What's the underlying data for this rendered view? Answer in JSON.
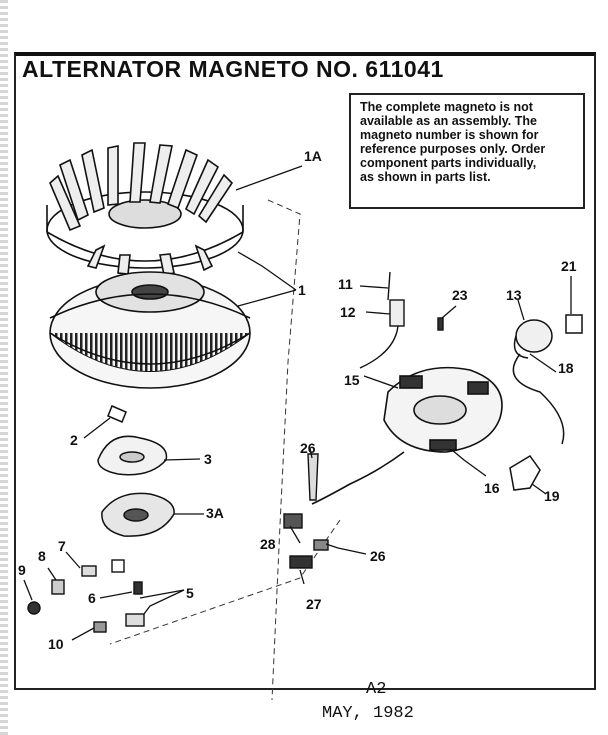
{
  "header": {
    "title": "ALTERNATOR MAGNETO NO. 611041"
  },
  "note": {
    "lines": [
      "The complete magneto is not",
      "available as an assembly. The",
      "magneto number is shown for",
      "reference purposes only. Order",
      "component parts individually,",
      "as shown in parts list."
    ]
  },
  "parts": {
    "p1A": "1A",
    "p1": "1",
    "p2": "2",
    "p3": "3",
    "p3A": "3A",
    "p5": "5",
    "p6": "6",
    "p7": "7",
    "p8": "8",
    "p9": "9",
    "p10": "10",
    "p11": "11",
    "p12": "12",
    "p13": "13",
    "p15": "15",
    "p16": "16",
    "p18": "18",
    "p19": "19",
    "p21": "21",
    "p23": "23",
    "p26a": "26",
    "p26b": "26",
    "p27": "27",
    "p28": "28"
  },
  "footer": {
    "page": "A2",
    "date": "MAY, 1982"
  }
}
